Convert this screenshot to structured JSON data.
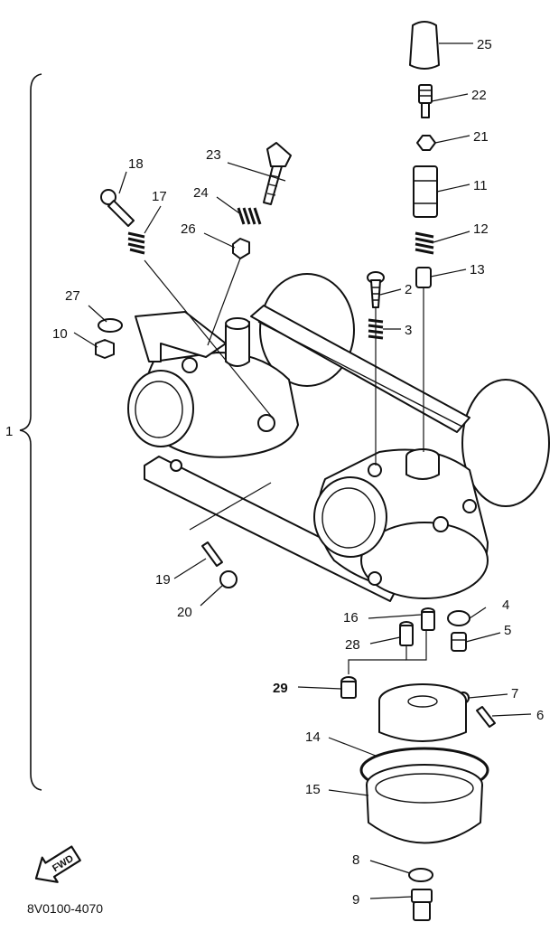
{
  "diagram": {
    "assembly_label": "1",
    "parts": [
      {
        "label": "25"
      },
      {
        "label": "22"
      },
      {
        "label": "21"
      },
      {
        "label": "11"
      },
      {
        "label": "12"
      },
      {
        "label": "13"
      },
      {
        "label": "2"
      },
      {
        "label": "3"
      },
      {
        "label": "23"
      },
      {
        "label": "18"
      },
      {
        "label": "24"
      },
      {
        "label": "17"
      },
      {
        "label": "26"
      },
      {
        "label": "27"
      },
      {
        "label": "10"
      },
      {
        "label": "19"
      },
      {
        "label": "20"
      },
      {
        "label": "16"
      },
      {
        "label": "4"
      },
      {
        "label": "5"
      },
      {
        "label": "28"
      },
      {
        "label": "29"
      },
      {
        "label": "7"
      },
      {
        "label": "6"
      },
      {
        "label": "14"
      },
      {
        "label": "15"
      },
      {
        "label": "8"
      },
      {
        "label": "9"
      }
    ],
    "fwd_label": "FWD",
    "drawing_code": "8V0100-4070"
  }
}
